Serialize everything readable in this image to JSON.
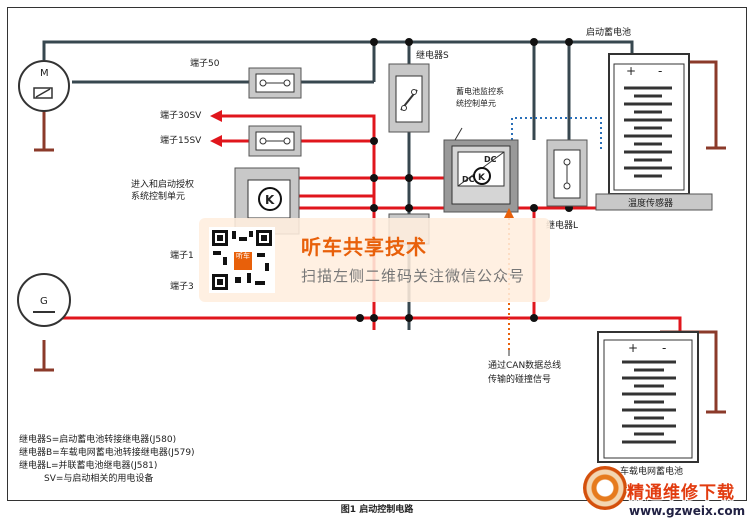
{
  "labels": {
    "motor": "M",
    "generator": "G",
    "terminal_50": "端子50",
    "terminal_30sv": "端子30SV",
    "terminal_15sv": "端子15SV",
    "access_unit_1": "进入和启动授权",
    "access_unit_2": "系统控制单元",
    "terminal_1": "端子1",
    "terminal_3": "端子3",
    "relay_s": "继电器S",
    "battery_monitor_1": "蓄电池监控系",
    "battery_monitor_2": "统控制单元",
    "dc_top": "DC",
    "dc_bottom": "DC",
    "k_symbol": "K",
    "start_battery": "启动蓄电池",
    "relay_l": "继电器L",
    "temp_sensor": "温度传感器",
    "can_1": "通过CAN数据总线",
    "can_2": "传输的碰撞信号",
    "onboard_battery": "车载电网蓄电池",
    "plus": "+",
    "minus": "-"
  },
  "legend": [
    "继电器S=启动蓄电池转接继电器(J580)",
    "继电器B=车载电网蓄电池转接继电器(J579)",
    "继电器L=并联蓄电池继电器(J581)",
    "SV=与启动相关的用电设备"
  ],
  "caption": "图1  启动控制电路",
  "overlay": {
    "title": "听车共享技术",
    "subtitle": "扫描左侧二维码关注微信公众号",
    "qr_center": "听车"
  },
  "watermark": {
    "title": "精通维修下载",
    "url": "www.gzweix.com"
  },
  "colors": {
    "wire_red": "#e0161c",
    "wire_gray": "#37474f",
    "ground": "#8b3a2a",
    "component_fill": "#c8c8c8",
    "overlay_accent": "#e8600a"
  }
}
